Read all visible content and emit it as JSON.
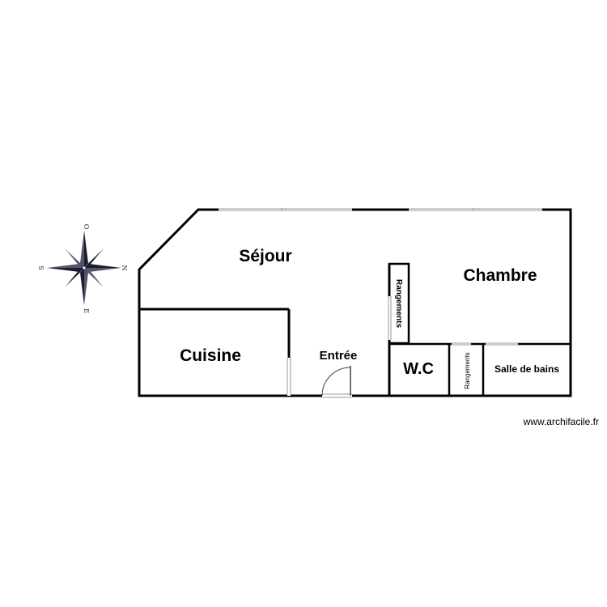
{
  "rooms": {
    "sejour": "Séjour",
    "chambre": "Chambre",
    "cuisine": "Cuisine",
    "entree": "Entrée",
    "wc": "W.C",
    "rangements_1": "Rangements",
    "rangements_2": "Rangements",
    "salle_de_bains": "Salle de bains"
  },
  "compass": {
    "north": "N",
    "south": "S",
    "east": "E",
    "west": "O"
  },
  "watermark": "www.archifacile.fr",
  "colors": {
    "wall": "#000000",
    "window": "#9a9a9a",
    "compass_dark": "#1c1c2e"
  }
}
